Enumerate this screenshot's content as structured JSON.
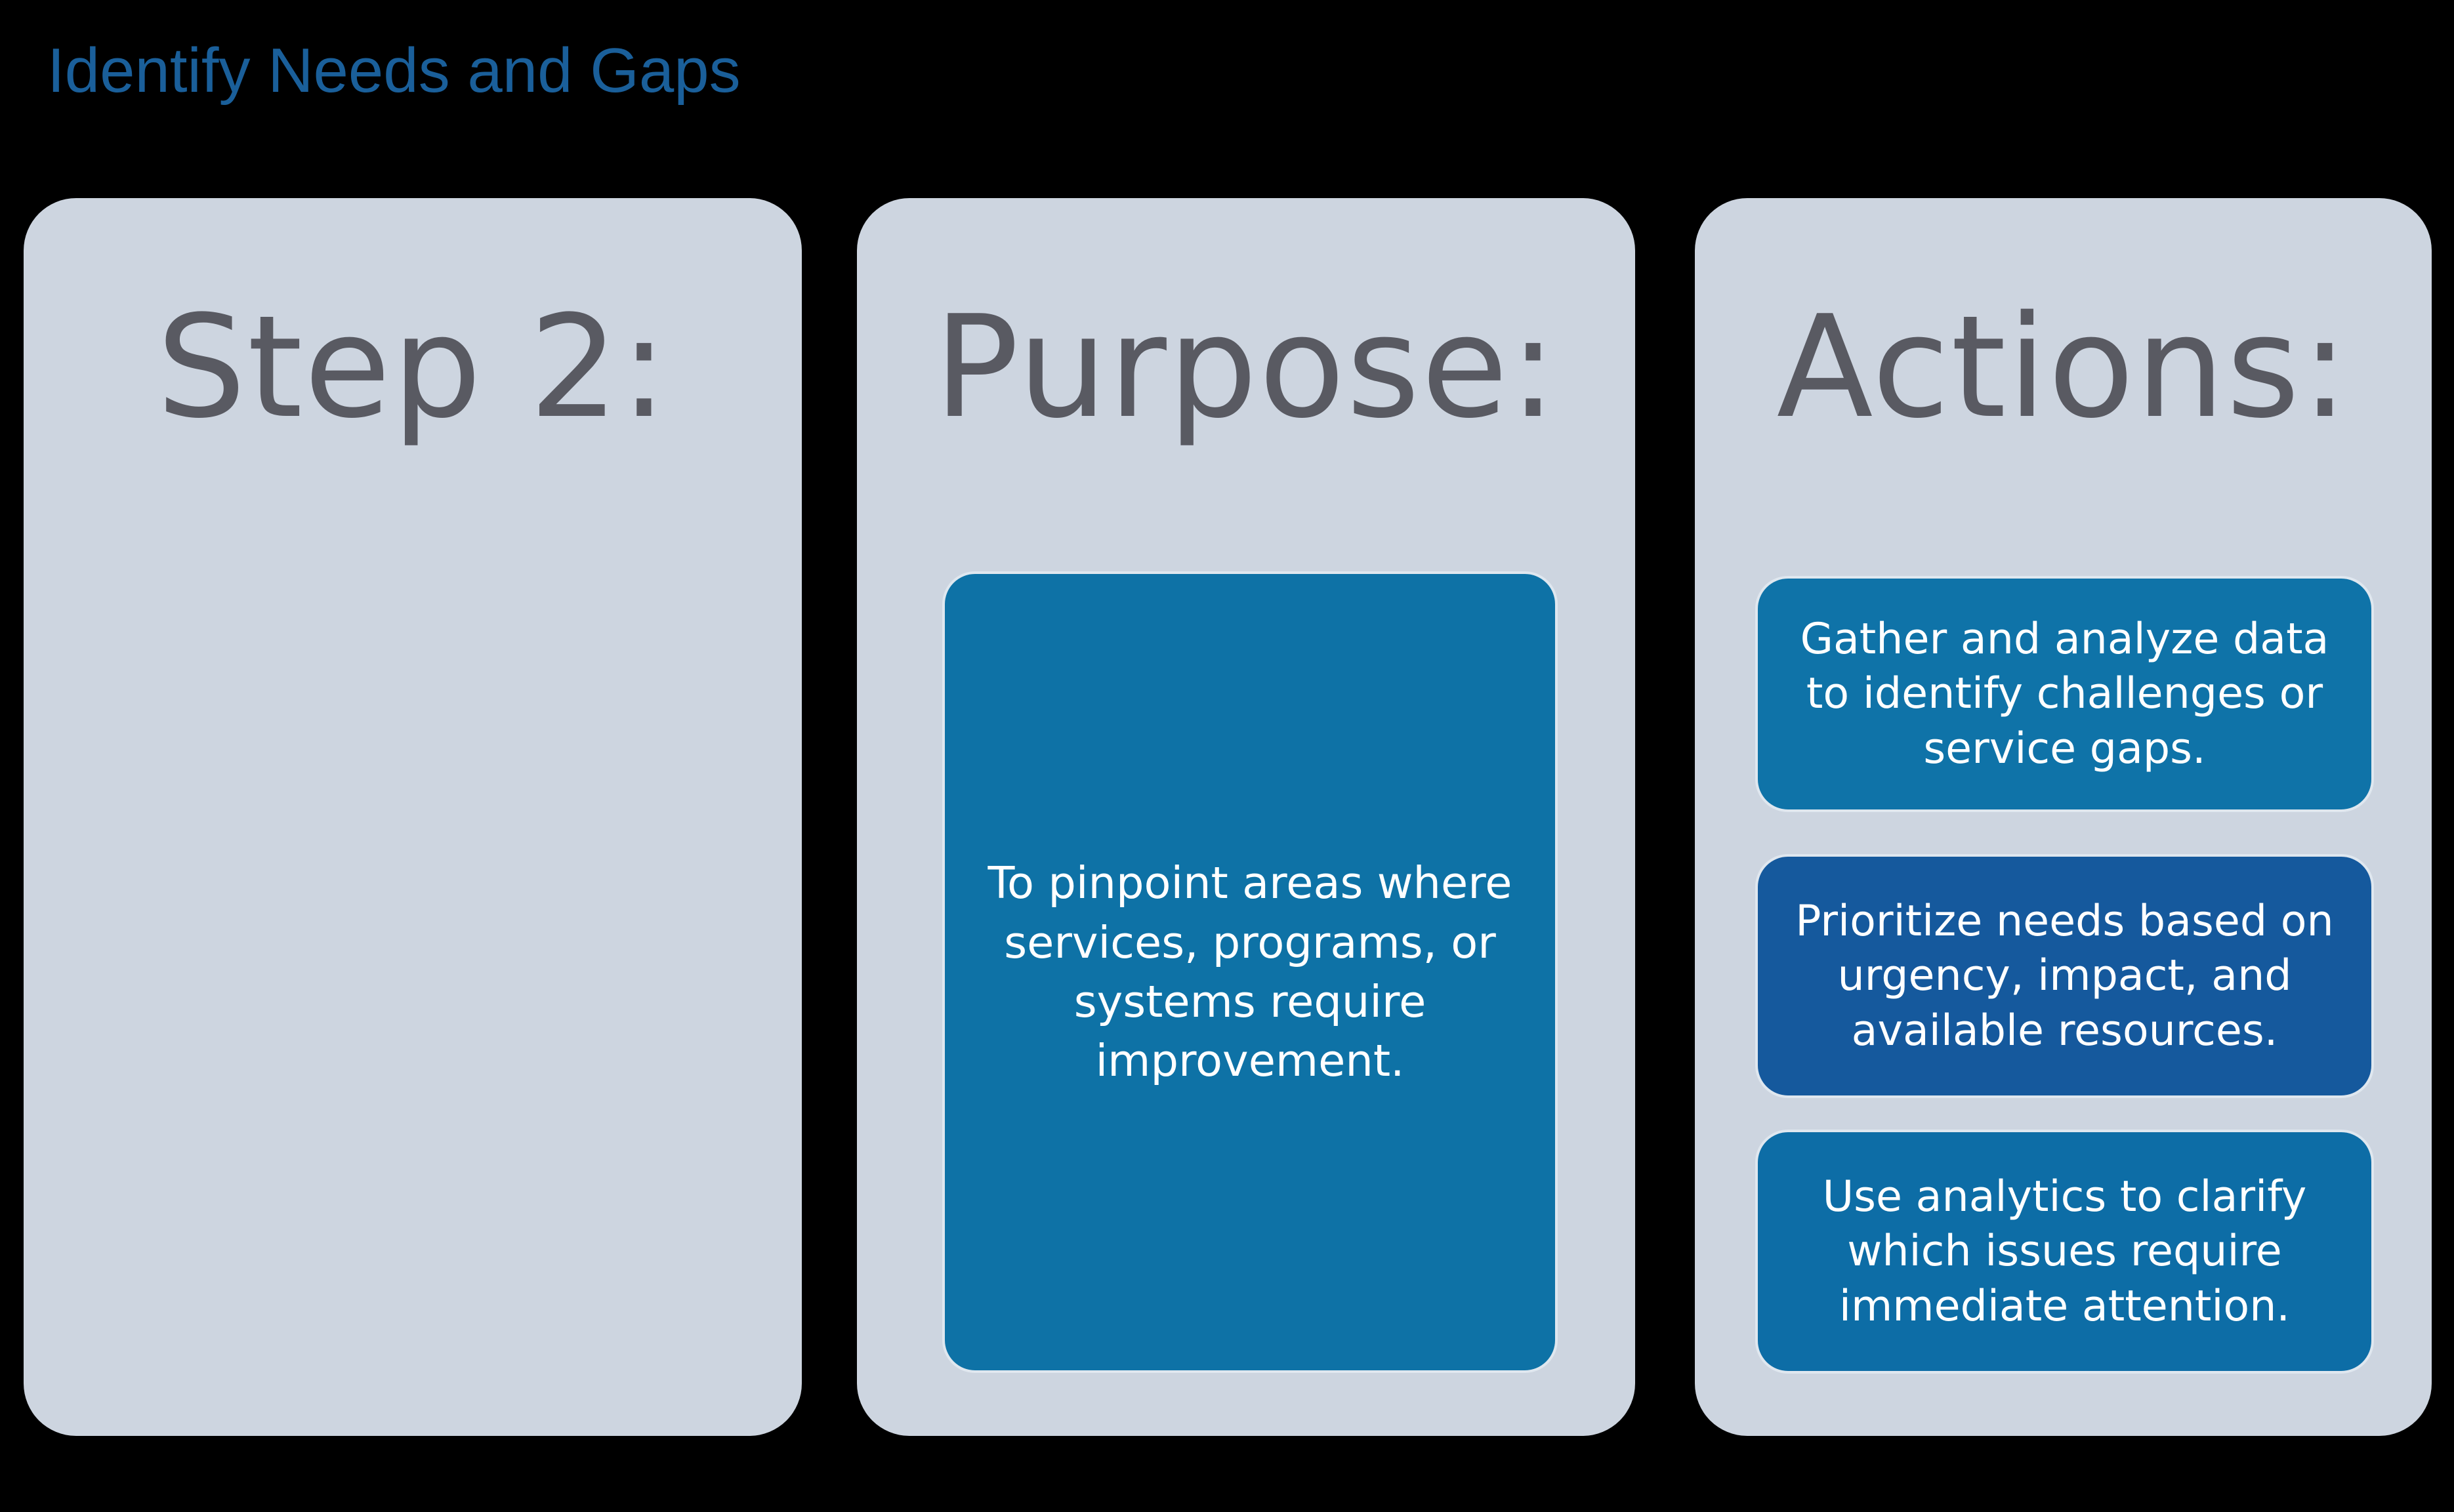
{
  "title": "Identify Needs and Gaps",
  "columns": [
    {
      "heading": "Step 2:",
      "items": []
    },
    {
      "heading": "Purpose:",
      "items": [
        "To pinpoint areas where services, programs, or systems require improvement."
      ]
    },
    {
      "heading": "Actions:",
      "items": [
        "Gather and analyze data to identify challenges or service gaps.",
        "Prioritize needs based on urgency, impact, and available resources.",
        "Use analytics to clarify which issues require immediate attention."
      ]
    }
  ],
  "colors": {
    "background": "#000000",
    "title-color": "#1A5F9A",
    "card-bg": "#CDD5E0",
    "heading-color": "#595A62",
    "purpose-box-bg": "#0E72A6",
    "action-box-1-bg": "#0F73A8",
    "action-box-2-bg": "#15599D",
    "action-box-3-bg": "#0D6DA6",
    "box-text": "#FFFFFF",
    "box-border": "#DFE7EF"
  }
}
